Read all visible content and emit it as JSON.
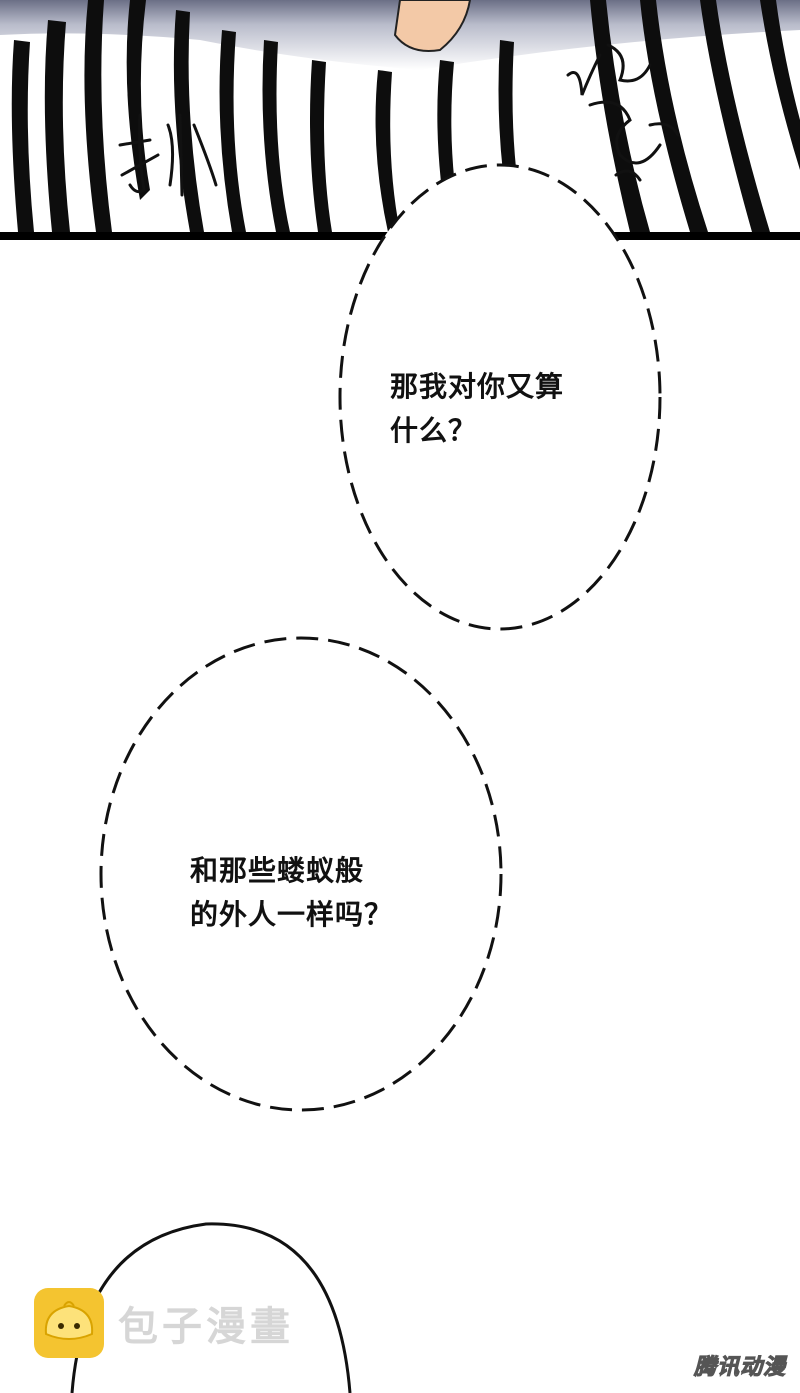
{
  "panel_top": {
    "sfx_left": "抓",
    "sfx_right": "紧"
  },
  "bubbles": [
    {
      "text": "那我对你又算\n什么？"
    },
    {
      "text": "和那些蝼蚁般\n的外人一样吗？"
    }
  ],
  "watermark": {
    "text": "包子漫畫",
    "icon": "bun-mascot-icon",
    "color": "#f4c430"
  },
  "corner_logo": {
    "text": "腾讯动漫"
  }
}
